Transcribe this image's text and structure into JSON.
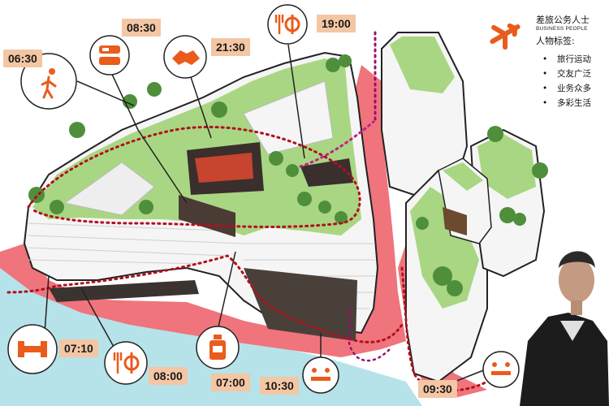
{
  "time_labels": [
    "06:30",
    "08:30",
    "21:30",
    "19:00",
    "07:10",
    "08:00",
    "07:00",
    "10:30",
    "09:30"
  ],
  "persona": {
    "title": "差旅公务人士",
    "subtitle": "BUSINESS PEOPLE",
    "tag_heading": "人物标签:",
    "tags": [
      "旅行运动",
      "交友广泛",
      "业务众多",
      "多彩生活"
    ]
  },
  "icons": [
    "runner-icon",
    "drink-icon",
    "handshake-icon",
    "dining-icon",
    "dumbbell-icon",
    "dining-icon",
    "bottle-icon",
    "meeting-icon",
    "meeting-icon",
    "airplane-icon"
  ],
  "colors": {
    "label_bg": "#f4c6a4",
    "accent": "#ea5b1c",
    "route": "#b30f1e",
    "roof_green": "#a9d683",
    "plaza_red": "#f0747c",
    "water": "#b6e3ea"
  }
}
